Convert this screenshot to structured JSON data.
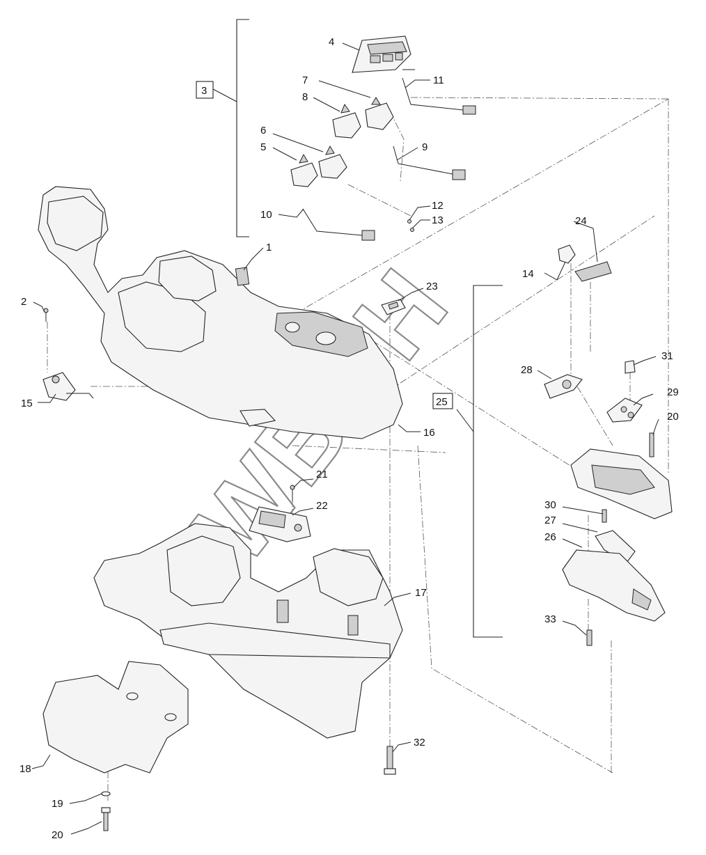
{
  "watermark": "SWBOH",
  "callouts": {
    "c1": "1",
    "c2": "2",
    "c3": "3",
    "c4": "4",
    "c5": "5",
    "c6": "6",
    "c7": "7",
    "c8": "8",
    "c9": "9",
    "c10": "10",
    "c11": "11",
    "c12": "12",
    "c13": "13",
    "c14": "14",
    "c15": "15",
    "c16": "16",
    "c17": "17",
    "c18": "18",
    "c19": "19",
    "c20a": "20",
    "c20b": "20",
    "c21": "21",
    "c22": "22",
    "c23": "23",
    "c24": "24",
    "c25": "25",
    "c26": "26",
    "c27": "27",
    "c28": "28",
    "c29": "29",
    "c30": "30",
    "c31": "31",
    "c32": "32",
    "c33": "33"
  }
}
